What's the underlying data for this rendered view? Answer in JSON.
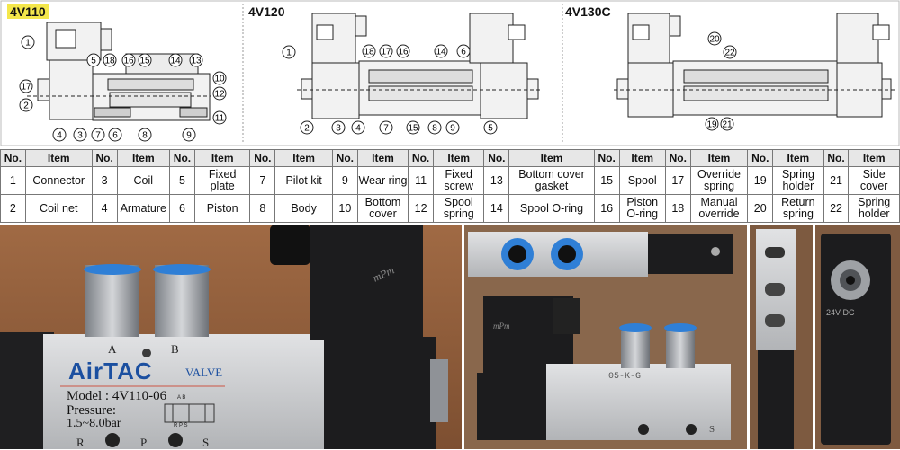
{
  "diagrams": [
    {
      "title": "4V110",
      "callouts": [
        "1",
        "17",
        "2",
        "5",
        "18",
        "16",
        "15",
        "14",
        "13",
        "10",
        "12",
        "11",
        "4",
        "3",
        "7",
        "6",
        "8",
        "9"
      ]
    },
    {
      "title": "4V120",
      "callouts": [
        "1",
        "18",
        "17",
        "16",
        "14",
        "6",
        "2",
        "3",
        "4",
        "7",
        "15",
        "8",
        "9",
        "5"
      ]
    },
    {
      "title": "4V130C",
      "callouts": [
        "20",
        "22",
        "19",
        "21"
      ]
    }
  ],
  "parts_table": {
    "headers": [
      "No.",
      "Item",
      "No.",
      "Item",
      "No.",
      "Item",
      "No.",
      "Item",
      "No.",
      "Item",
      "No.",
      "Item",
      "No.",
      "Item",
      "No.",
      "Item",
      "No.",
      "Item",
      "No.",
      "Item",
      "No.",
      "Item"
    ],
    "rows": [
      [
        "1",
        "Connector",
        "3",
        "Coil",
        "5",
        "Fixed plate",
        "7",
        "Pilot kit",
        "9",
        "Wear ring",
        "11",
        "Fixed screw",
        "13",
        "Bottom cover gasket",
        "15",
        "Spool",
        "17",
        "Override spring",
        "19",
        "Spring holder",
        "21",
        "Side cover"
      ],
      [
        "2",
        "Coil net",
        "4",
        "Armature",
        "6",
        "Piston",
        "8",
        "Body",
        "10",
        "Bottom cover",
        "12",
        "Spool spring",
        "14",
        "Spool O-ring",
        "16",
        "Piston O-ring",
        "18",
        "Manual override",
        "20",
        "Return spring",
        "22",
        "Spring holder"
      ]
    ]
  },
  "photos": {
    "brand": "AirTAC",
    "valve_label": "VALVE",
    "model": "Model : 4V110-06",
    "pressure_label": "Pressure:",
    "pressure_value": "1.5~8.0bar",
    "port_a": "A",
    "port_b": "B",
    "port_r": "R",
    "port_p": "P",
    "port_s": "S",
    "coil_mark": "mPm",
    "coil_mark_2": "mPm",
    "side_text": "05-K-G",
    "side_port": "S",
    "voltage": "24V DC",
    "symbol_ab": "A B",
    "symbol_rps": "R P S",
    "colors": {
      "fitting_blue": "#2f7fd6",
      "body_gray": "#c9cbcd",
      "coil_black": "#1c1c1e",
      "highlight": "#f4e74b"
    }
  }
}
